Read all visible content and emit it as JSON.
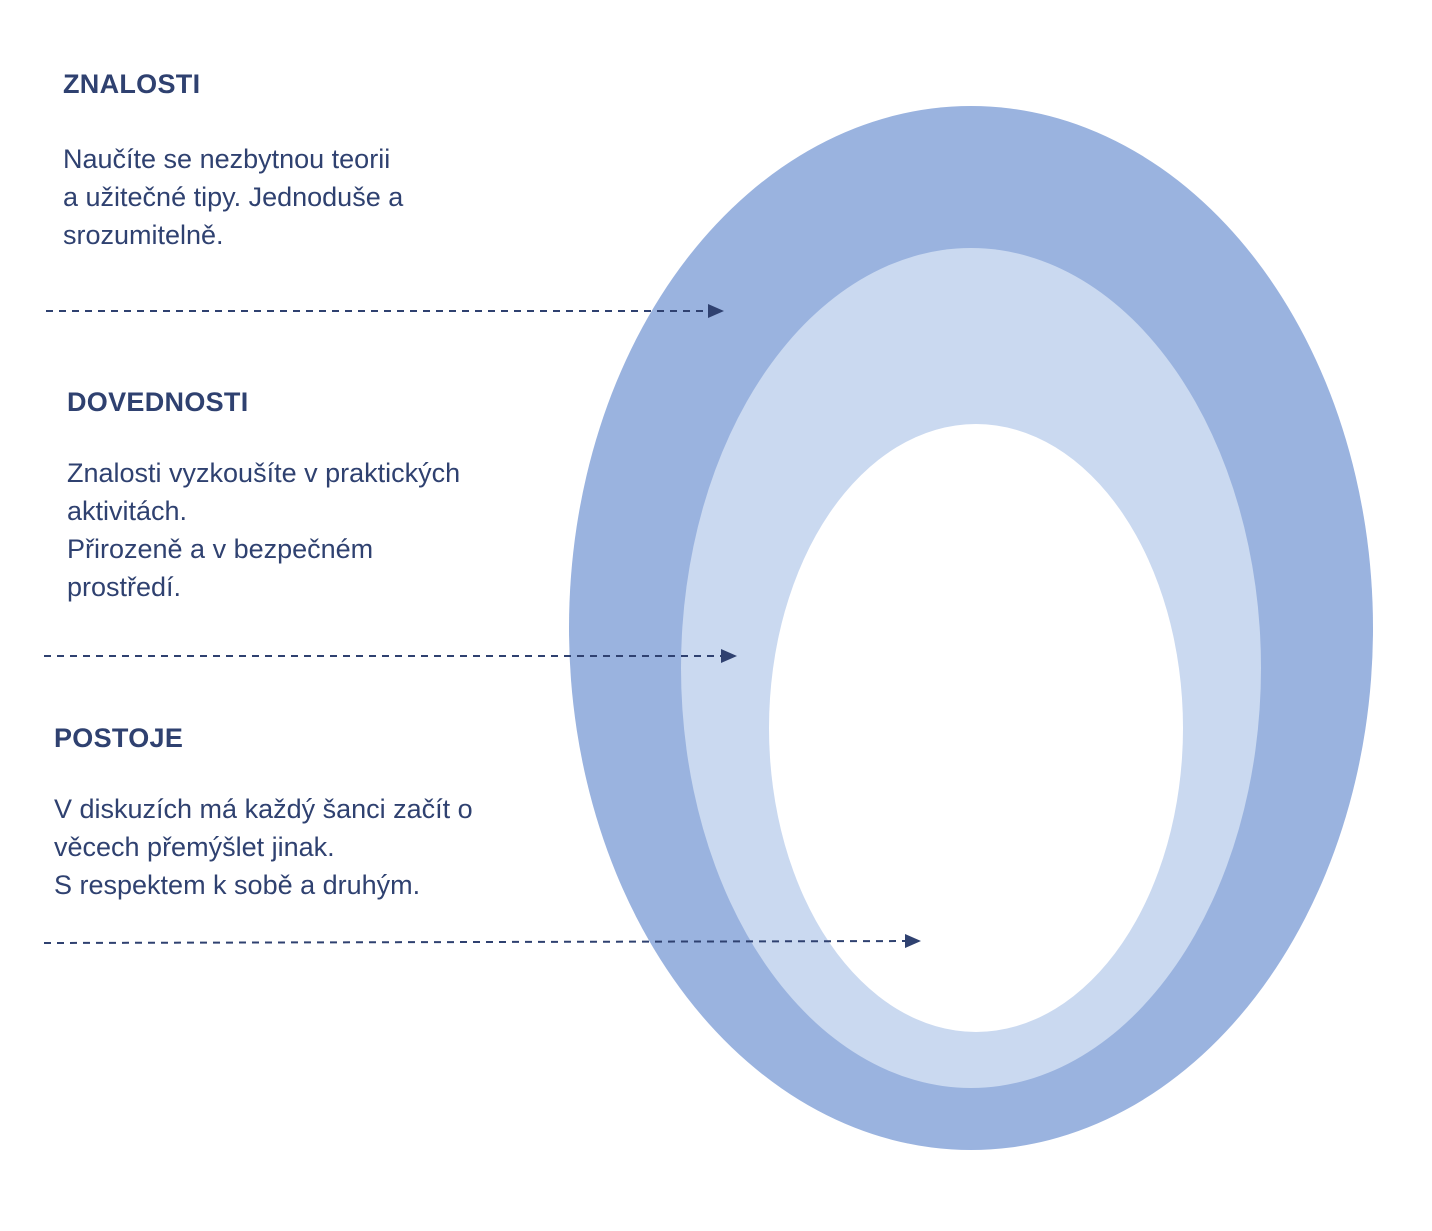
{
  "colors": {
    "outer_ring": "#9ab3df",
    "middle_ring": "#cad9f0",
    "inner_core": "#ffffff",
    "text": "#2f4170",
    "arrow": "#2f4170"
  },
  "sections": [
    {
      "title": "ZNALOSTI",
      "lines": [
        "Naučíte se nezbytnou teorii",
        "a užitečné tipy. Jednoduše a",
        "srozumitelně."
      ]
    },
    {
      "title": "DOVEDNOSTI",
      "lines": [
        "Znalosti vyzkoušíte v praktických",
        "aktivitách.",
        "Přirozeně a v bezpečném",
        "prostředí."
      ]
    },
    {
      "title": "POSTOJE",
      "lines": [
        "V diskuzích má každý šanci začít o",
        "věcech přemýšlet jinak.",
        "S respektem k sobě a druhým."
      ]
    }
  ]
}
